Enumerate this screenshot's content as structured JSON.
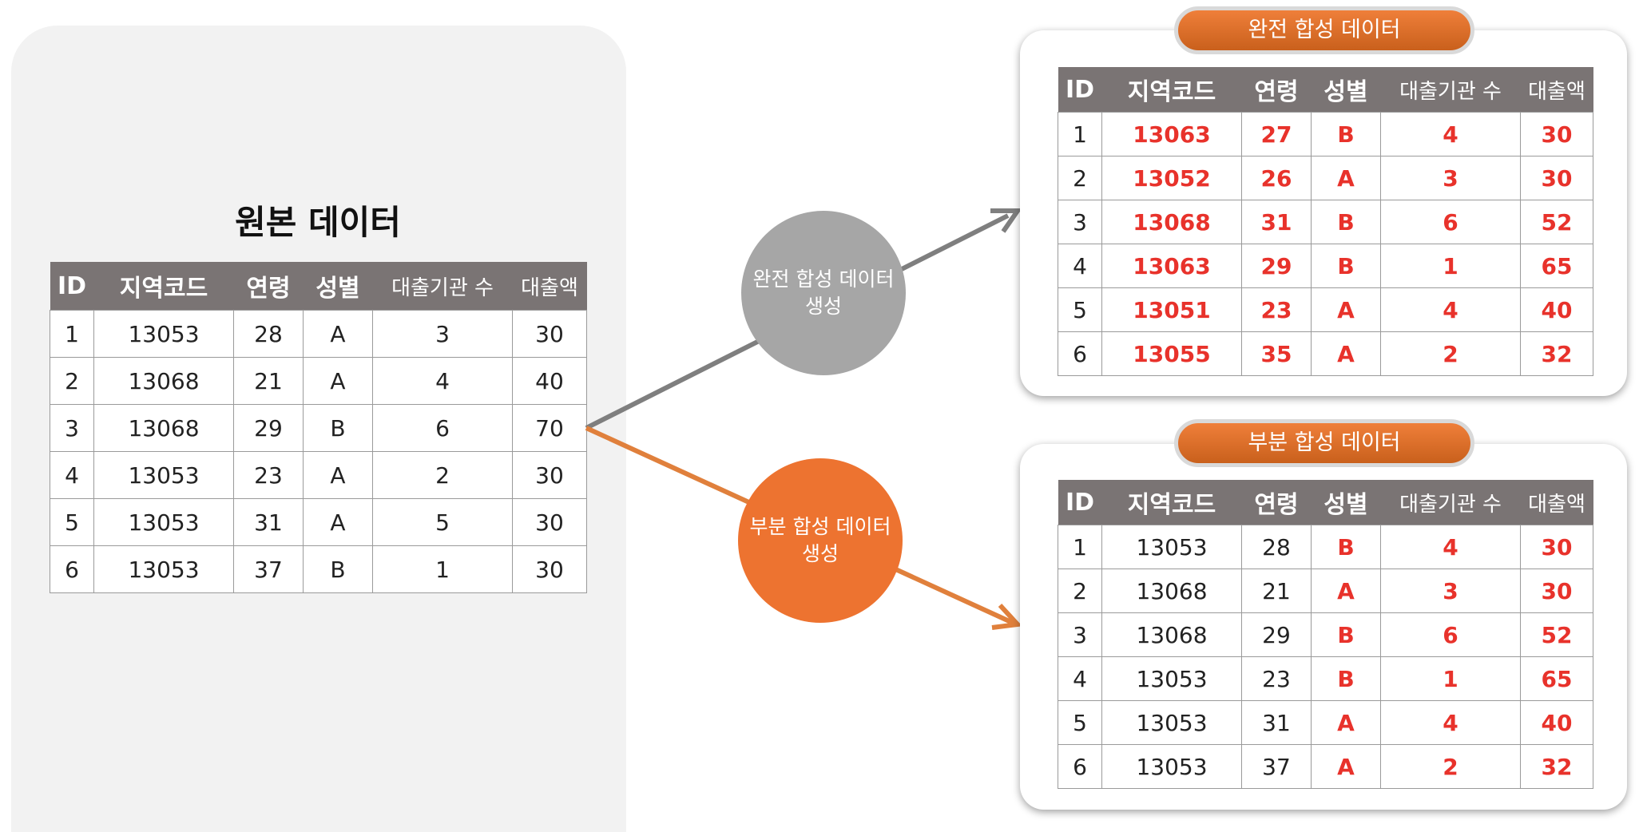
{
  "original": {
    "title": "원본 데이터",
    "headers": [
      "ID",
      "지역코드",
      "연령",
      "성별",
      "대출기관 수",
      "대출액"
    ],
    "rows": [
      [
        "1",
        "13053",
        "28",
        "A",
        "3",
        "30"
      ],
      [
        "2",
        "13068",
        "21",
        "A",
        "4",
        "40"
      ],
      [
        "3",
        "13068",
        "29",
        "B",
        "6",
        "70"
      ],
      [
        "4",
        "13053",
        "23",
        "A",
        "2",
        "30"
      ],
      [
        "5",
        "13053",
        "31",
        "A",
        "5",
        "30"
      ],
      [
        "6",
        "13053",
        "37",
        "B",
        "1",
        "30"
      ]
    ]
  },
  "process": {
    "full_label": "완전 합성 데이터 생성",
    "partial_label": "부분 합성 데이터 생성"
  },
  "full_synthetic": {
    "title": "완전 합성 데이터",
    "headers": [
      "ID",
      "지역코드",
      "연령",
      "성별",
      "대출기관 수",
      "대출액"
    ],
    "rows": [
      [
        "1",
        "13063",
        "27",
        "B",
        "4",
        "30"
      ],
      [
        "2",
        "13052",
        "26",
        "A",
        "3",
        "30"
      ],
      [
        "3",
        "13068",
        "31",
        "B",
        "6",
        "52"
      ],
      [
        "4",
        "13063",
        "29",
        "B",
        "1",
        "65"
      ],
      [
        "5",
        "13051",
        "23",
        "A",
        "4",
        "40"
      ],
      [
        "6",
        "13055",
        "35",
        "A",
        "2",
        "32"
      ]
    ]
  },
  "partial_synthetic": {
    "title": "부분 합성 데이터",
    "headers": [
      "ID",
      "지역코드",
      "연령",
      "성별",
      "대출기관 수",
      "대출액"
    ],
    "rows": [
      [
        "1",
        "13053",
        "28",
        "B",
        "4",
        "30"
      ],
      [
        "2",
        "13068",
        "21",
        "A",
        "3",
        "30"
      ],
      [
        "3",
        "13068",
        "29",
        "B",
        "6",
        "52"
      ],
      [
        "4",
        "13053",
        "23",
        "B",
        "1",
        "65"
      ],
      [
        "5",
        "13053",
        "31",
        "A",
        "4",
        "40"
      ],
      [
        "6",
        "13053",
        "37",
        "A",
        "2",
        "32"
      ]
    ]
  },
  "colors": {
    "accent_orange": "#ed7330",
    "process_gray": "#a6a6a6",
    "synthetic_value": "#e8322b",
    "header_bg": "#7a7474"
  }
}
